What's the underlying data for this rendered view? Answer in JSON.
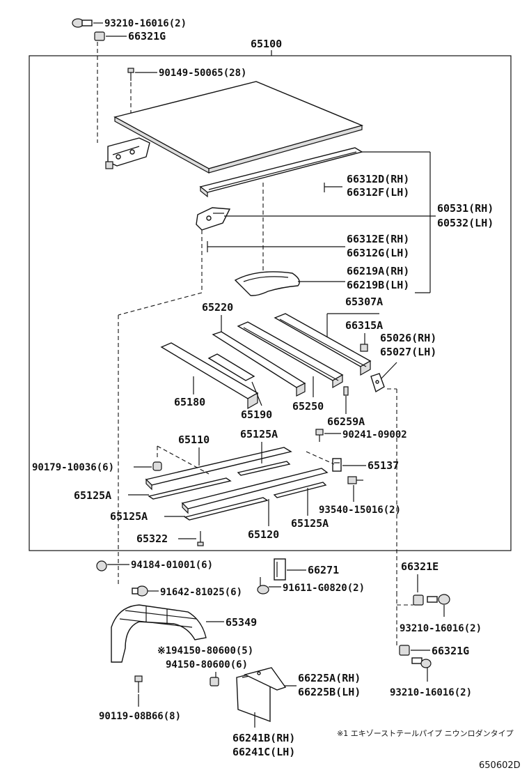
{
  "diagram": {
    "assembly_label": "65100",
    "footer_code": "650602D",
    "footnote": "※1 エキゾーストテールパイプ ニウンロダンタイプ",
    "labels": [
      {
        "id": "l01",
        "text": "93210-16016(2)"
      },
      {
        "id": "l02",
        "text": "66321G"
      },
      {
        "id": "l03",
        "text": "90149-50065(28)"
      },
      {
        "id": "l04",
        "text": "66312D(RH)"
      },
      {
        "id": "l05",
        "text": "66312F(LH)"
      },
      {
        "id": "l06",
        "text": "60531(RH)"
      },
      {
        "id": "l07",
        "text": "60532(LH)"
      },
      {
        "id": "l08",
        "text": "66312E(RH)"
      },
      {
        "id": "l09",
        "text": "66312G(LH)"
      },
      {
        "id": "l10",
        "text": "66219A(RH)"
      },
      {
        "id": "l11",
        "text": "66219B(LH)"
      },
      {
        "id": "l12",
        "text": "65307A"
      },
      {
        "id": "l13",
        "text": "65220"
      },
      {
        "id": "l14",
        "text": "66315A"
      },
      {
        "id": "l15",
        "text": "65026(RH)"
      },
      {
        "id": "l16",
        "text": "65027(LH)"
      },
      {
        "id": "l17",
        "text": "65180"
      },
      {
        "id": "l18",
        "text": "65190"
      },
      {
        "id": "l19",
        "text": "65250"
      },
      {
        "id": "l20",
        "text": "66259A"
      },
      {
        "id": "l21",
        "text": "65110"
      },
      {
        "id": "l22",
        "text": "65125A"
      },
      {
        "id": "l23",
        "text": "90241-09002"
      },
      {
        "id": "l24",
        "text": "90179-10036(6)"
      },
      {
        "id": "l25",
        "text": "65137"
      },
      {
        "id": "l26",
        "text": "65125A"
      },
      {
        "id": "l27",
        "text": "93540-15016(2)"
      },
      {
        "id": "l28",
        "text": "65125A"
      },
      {
        "id": "l29",
        "text": "65125A"
      },
      {
        "id": "l30",
        "text": "65322"
      },
      {
        "id": "l31",
        "text": "65120"
      },
      {
        "id": "l32",
        "text": "94184-01001(6)"
      },
      {
        "id": "l33",
        "text": "66271"
      },
      {
        "id": "l34",
        "text": "66321E"
      },
      {
        "id": "l35",
        "text": "91642-81025(6)"
      },
      {
        "id": "l36",
        "text": "91611-G0820(2)"
      },
      {
        "id": "l37",
        "text": "65349"
      },
      {
        "id": "l38",
        "text": "93210-16016(2)"
      },
      {
        "id": "l39",
        "text": "※194150-80600(5)"
      },
      {
        "id": "l40",
        "text": "94150-80600(6)"
      },
      {
        "id": "l41",
        "text": "66321G"
      },
      {
        "id": "l42",
        "text": "66225A(RH)"
      },
      {
        "id": "l43",
        "text": "66225B(LH)"
      },
      {
        "id": "l44",
        "text": "93210-16016(2)"
      },
      {
        "id": "l45",
        "text": "90119-08B66(8)"
      },
      {
        "id": "l46",
        "text": "66241B(RH)"
      },
      {
        "id": "l47",
        "text": "66241C(LH)"
      }
    ]
  }
}
